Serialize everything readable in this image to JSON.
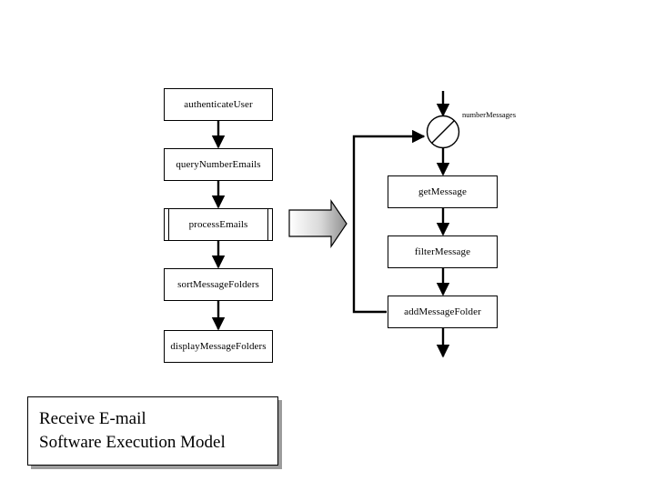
{
  "diagram": {
    "kind": "flowchart",
    "title_box": {
      "name": "title-caption-box",
      "lines": [
        "Receive E-mail",
        "Software Execution Model"
      ]
    },
    "left_column": {
      "name": "main-execution-flow",
      "nodes": [
        {
          "id": "authenticateUser",
          "label": "authenticateUser",
          "shape": "process"
        },
        {
          "id": "queryNumberEmails",
          "label": "queryNumberEmails",
          "shape": "process"
        },
        {
          "id": "processEmails",
          "label": "processEmails",
          "shape": "subroutine"
        },
        {
          "id": "sortMessageFolders",
          "label": "sortMessageFolders",
          "shape": "process"
        },
        {
          "id": "displayMessageFolders",
          "label": "displayMessageFolders",
          "shape": "process"
        }
      ]
    },
    "right_column": {
      "name": "process-emails-expansion",
      "junction": {
        "id": "numberMessages",
        "label": "numberMessages",
        "shape": "circle-slash"
      },
      "nodes": [
        {
          "id": "getMessage",
          "label": "getMessage",
          "shape": "process"
        },
        {
          "id": "filterMessage",
          "label": "filterMessage",
          "shape": "process"
        },
        {
          "id": "addMessageFolder",
          "label": "addMessageFolder",
          "shape": "process"
        }
      ]
    },
    "expansion_arrow": {
      "name": "expansion-block-arrow",
      "direction": "right",
      "gradient_from": "#ffffff",
      "gradient_to": "#8f8f8f"
    },
    "colors": {
      "stroke": "#000000",
      "fill": "#ffffff",
      "shadow": "#9c9c9c"
    }
  }
}
